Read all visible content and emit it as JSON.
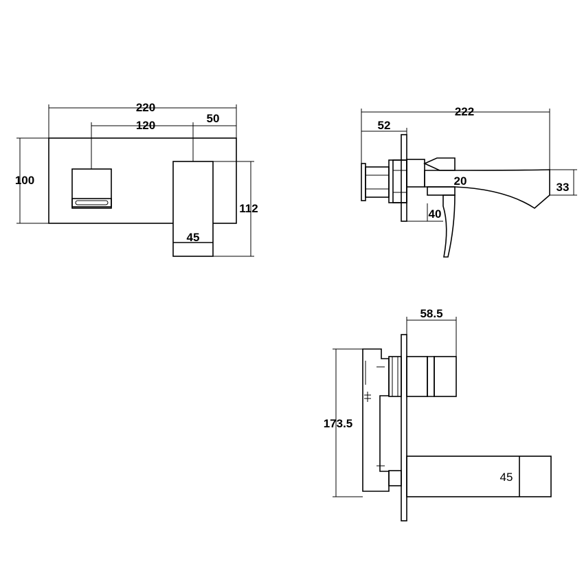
{
  "front_view": {
    "dim_total_width": "220",
    "dim_center_spacing": "120",
    "dim_offset": "50",
    "dim_height": "100",
    "dim_lever_height": "112",
    "dim_lever_width": "45"
  },
  "side_view": {
    "dim_total_depth": "222",
    "dim_wall_depth": "52",
    "dim_spout_thickness": "20",
    "dim_spout_tip": "33",
    "dim_handle": "40"
  },
  "section_view": {
    "dim_body_projection": "58.5",
    "dim_body_height": "173.5",
    "dim_spout_size": "45"
  }
}
